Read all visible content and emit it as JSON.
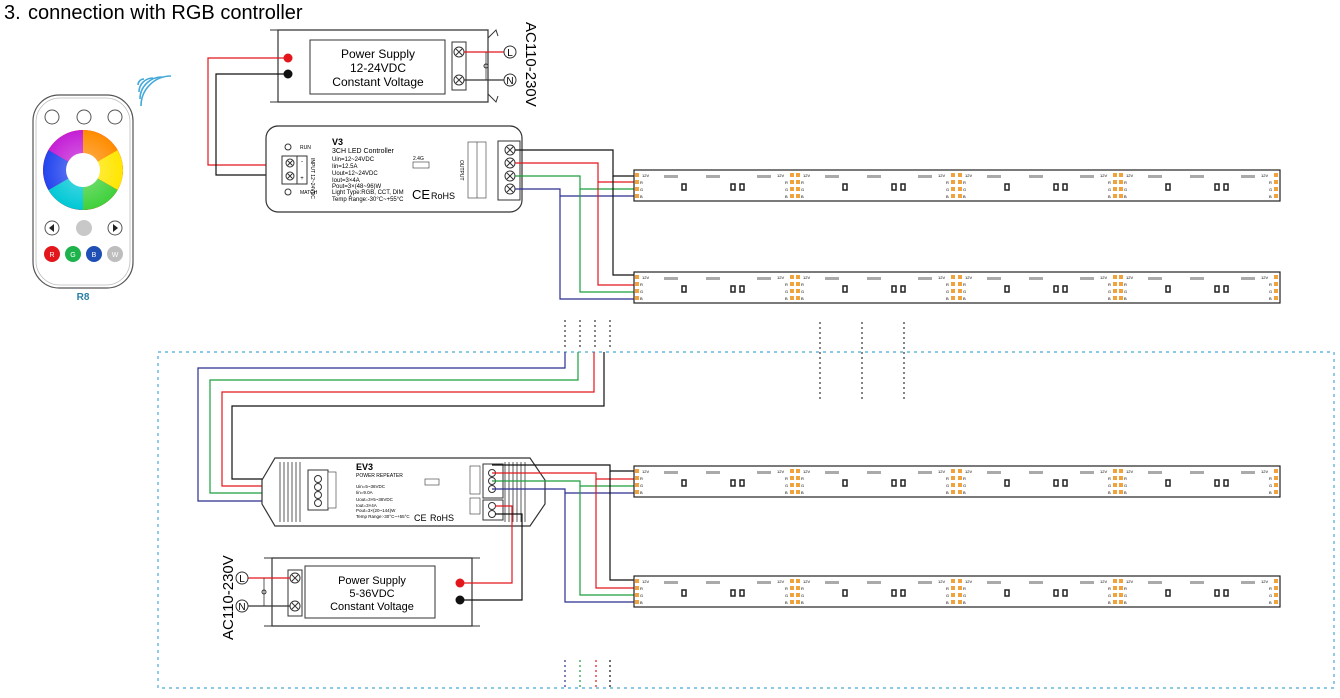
{
  "heading": {
    "number": "3.",
    "title": "connection with RGB controller"
  },
  "remote": {
    "model": "R8",
    "color_buttons": [
      {
        "label": "R",
        "color": "#e3161b"
      },
      {
        "label": "G",
        "color": "#1db24b"
      },
      {
        "label": "B",
        "color": "#1f4fb5"
      },
      {
        "label": "W",
        "color": "#bdbdbd"
      }
    ]
  },
  "psu_top": {
    "l1": "Power Supply",
    "l2": "12-24VDC",
    "l3": "Constant Voltage",
    "ac": "AC110-230V",
    "live": "L",
    "neutral": "N"
  },
  "controller": {
    "model": "V3",
    "name": "3CH LED Controller",
    "specs": [
      "Uin=12~24VDC",
      "Iin=12.5A",
      "Uout=12~24VDC",
      "Iout=3×4A",
      "Pout=3×(48~96)W",
      "Light Type:RGB, CCT, DIM",
      "Temp Range:-30°C~+55°C"
    ],
    "run": "RUN",
    "match": "MATCH",
    "freq": "2.4G",
    "input": "INPUT 12~24VDC",
    "output": "OUTPUT",
    "ce": "CE",
    "rohs": "RoHS"
  },
  "repeater": {
    "model": "EV3",
    "name": "POWER REPEATER",
    "specs": [
      "Uin=5~36VDC",
      "Iin=9.0A",
      "Uout=3×5~36VDC",
      "Iout=3×4A",
      "Pout=3×(20~144)W",
      "Temp Range:-30°C~+55°C"
    ],
    "ce": "CE",
    "rohs": "RoHS"
  },
  "psu_bottom": {
    "l1": "Power Supply",
    "l2": "5-36VDC",
    "l3": "Constant Voltage",
    "ac": "AC110-230V",
    "live": "L",
    "neutral": "N"
  },
  "strip": {
    "v12": "12V",
    "pins": [
      "R",
      "G",
      "B"
    ]
  },
  "colors": {
    "red": "#e3161b",
    "green": "#1a9e3c",
    "blue": "#2a2f8f",
    "black": "#111111",
    "cyan_dash": "#4aa8d8",
    "led_orange": "#f0a23c"
  }
}
